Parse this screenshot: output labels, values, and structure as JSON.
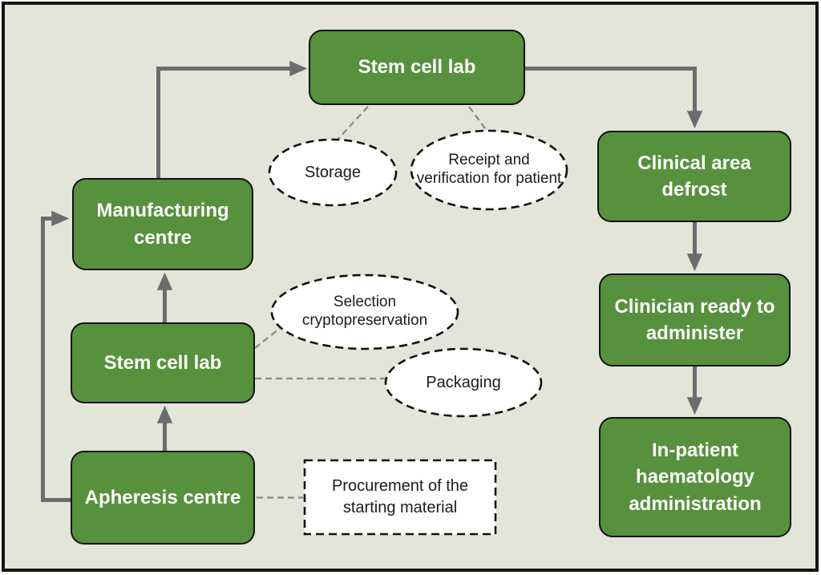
{
  "theme": {
    "background": "#e3e5d8",
    "page_margin": "#ffffff",
    "frame_border": "#141414",
    "node_fill": "#57913e",
    "node_border": "#121212",
    "node_text": "#ffffff",
    "arrow": "#6a6c6d",
    "connector": "#85888a",
    "annotation_fill": "#ffffff",
    "annotation_border": "#121212",
    "annotation_text": "#1c1c1c"
  },
  "diagram": {
    "nodes": {
      "stem_cell_lab_top": {
        "label": "Stem cell lab"
      },
      "manufacturing_centre": {
        "label": "Manufacturing centre"
      },
      "stem_cell_lab_left": {
        "label": "Stem cell lab"
      },
      "apheresis_centre": {
        "label": "Apheresis centre"
      },
      "clinical_area_defrost": {
        "label": "Clinical area defrost"
      },
      "clinician_ready": {
        "label": "Clinician ready to administer"
      },
      "in_patient": {
        "label": "In-patient haematology administration"
      }
    },
    "annotations": {
      "storage": {
        "label": "Storage"
      },
      "receipt": {
        "label": "Receipt and verification for patient"
      },
      "selection": {
        "label": "Selection cryptopreservation"
      },
      "packaging": {
        "label": "Packaging"
      },
      "procurement": {
        "label": "Procurement of the starting material"
      }
    }
  }
}
